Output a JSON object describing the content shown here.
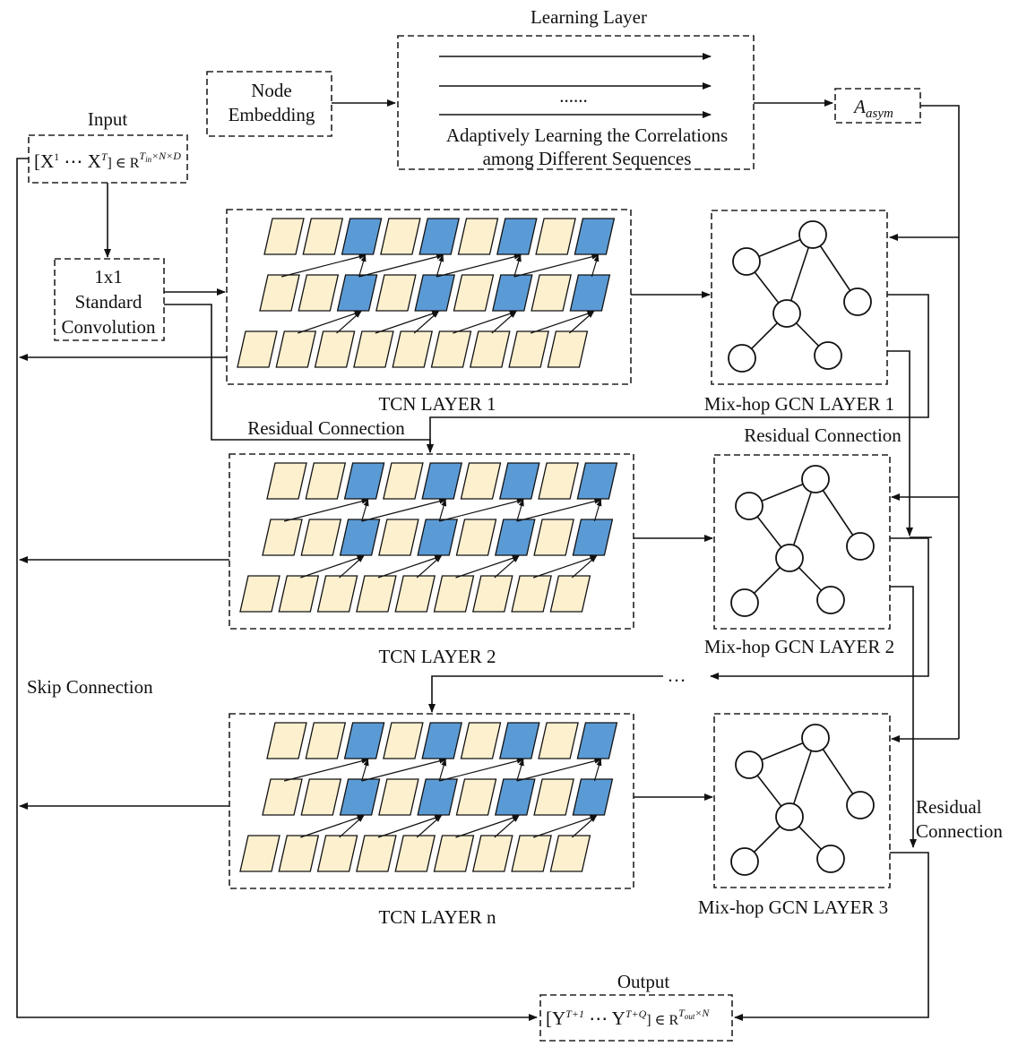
{
  "titles": {
    "learning_layer": "Learning Layer",
    "input": "Input",
    "output": "Output",
    "skip_connection": "Skip Connection"
  },
  "node_embedding": {
    "line1": "Node",
    "line2": "Embedding"
  },
  "learning_layer": {
    "ellipsis": "......",
    "desc_line1": "Adaptively Learning the Correlations",
    "desc_line2": "among Different Sequences"
  },
  "a_asym": {
    "base": "A",
    "sub": "asym"
  },
  "input_formula": {
    "open": "[X",
    "sup1": "1",
    "mid": " ⋯ X",
    "supT": "T",
    "close": "] ∈ R",
    "exp": "T",
    "exp_sub": "in",
    "exp_rest": "×N×D"
  },
  "output_formula": {
    "open": "[Y",
    "sup1": "T+1",
    "mid": " ⋯ Y",
    "sup2": "T+Q",
    "close": "] ∈ R",
    "exp": "T",
    "exp_sub": "out",
    "exp_rest": "×N"
  },
  "conv": {
    "line1": "1x1",
    "line2": "Standard",
    "line3": "Convolution"
  },
  "tcn_layers": [
    "TCN LAYER 1",
    "TCN LAYER 2",
    "TCN LAYER n"
  ],
  "gcn_layers": [
    "Mix-hop GCN LAYER 1",
    "Mix-hop GCN LAYER 2",
    "Mix-hop GCN LAYER 3"
  ],
  "residual": {
    "label1": "Residual Connection",
    "label2": "Residual Connection",
    "label3_line1": "Residual",
    "label3_line2": "Connection"
  },
  "dots": "…",
  "colors": {
    "cell_light": "#fdf0cf",
    "cell_blue": "#5b9bd5",
    "line": "#111111"
  },
  "tcn_pattern": {
    "row1": [
      "light",
      "light",
      "blue",
      "light",
      "blue",
      "light",
      "blue",
      "light",
      "blue"
    ],
    "row2": [
      "light",
      "light",
      "blue",
      "light",
      "blue",
      "light",
      "blue",
      "light",
      "blue"
    ],
    "row3": [
      "light",
      "light",
      "light",
      "light",
      "light",
      "light",
      "light",
      "light",
      "light"
    ]
  }
}
